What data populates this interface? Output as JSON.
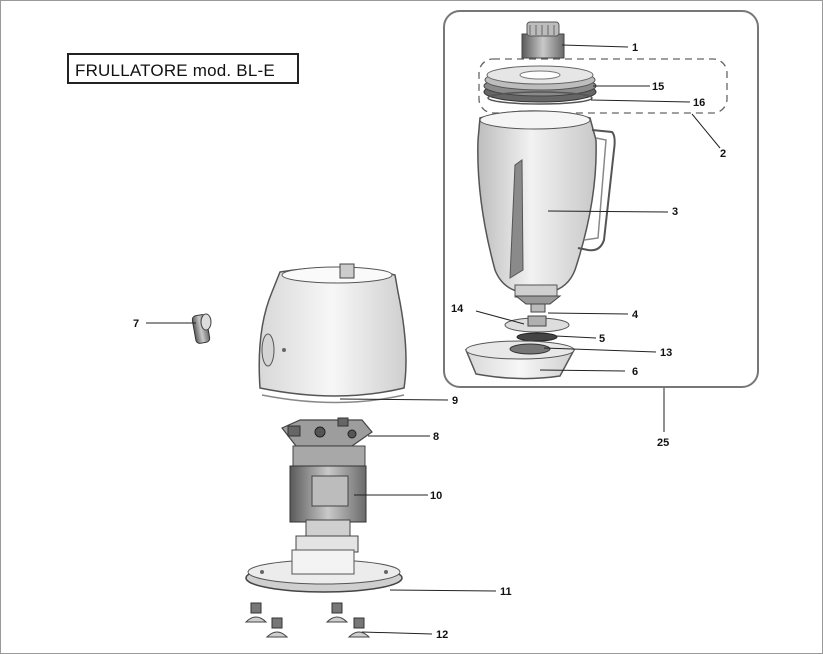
{
  "title": "FRULLATORE mod. BL-E",
  "labels": {
    "p1": "1",
    "p2": "2",
    "p3": "3",
    "p4": "4",
    "p5": "5",
    "p6": "6",
    "p7": "7",
    "p8": "8",
    "p9": "9",
    "p10": "10",
    "p11": "11",
    "p12": "12",
    "p13": "13",
    "p14": "14",
    "p15": "15",
    "p16": "16",
    "p25": "25"
  }
}
